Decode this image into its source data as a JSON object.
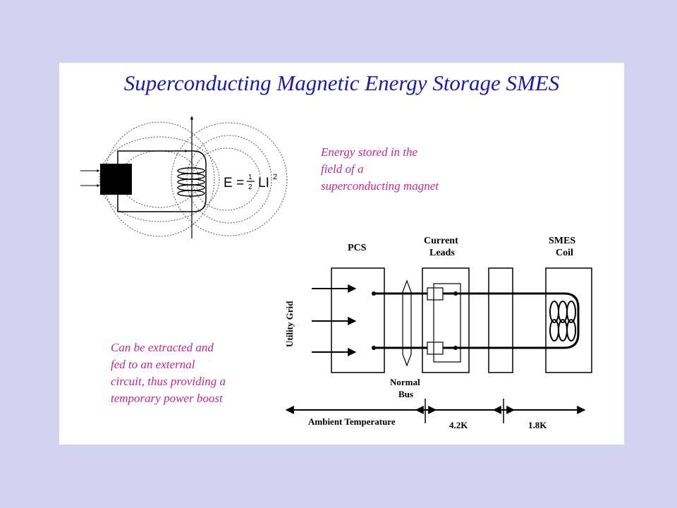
{
  "slide": {
    "title": "Superconducting Magnetic Energy Storage SMES",
    "note_energy": [
      "Energy stored in the",
      "field of a",
      "superconducting magnet"
    ],
    "note_extract": [
      "Can be extracted and",
      "fed to an external",
      "circuit, thus providing a",
      "temporary power boost"
    ]
  },
  "formula": {
    "lhs": "E =",
    "frac_num": "1",
    "frac_den": "2",
    "rhs": "LI",
    "exp": "2"
  },
  "system": {
    "pcs_label": "PCS",
    "current_leads_label": [
      "Current",
      "Leads"
    ],
    "smes_coil_label": [
      "SMES",
      "Coil"
    ],
    "utility_grid_label": "Utility Grid",
    "normal_bus_label": [
      "Normal",
      "Bus"
    ],
    "temp_ambient_label": "Ambient Temperature",
    "temp_42k_label": "4.2K",
    "temp_18k_label": "1.8K"
  },
  "colors": {
    "title": "#1a1ab0",
    "notes": "#c0288c",
    "background": "#d2d3f0"
  }
}
